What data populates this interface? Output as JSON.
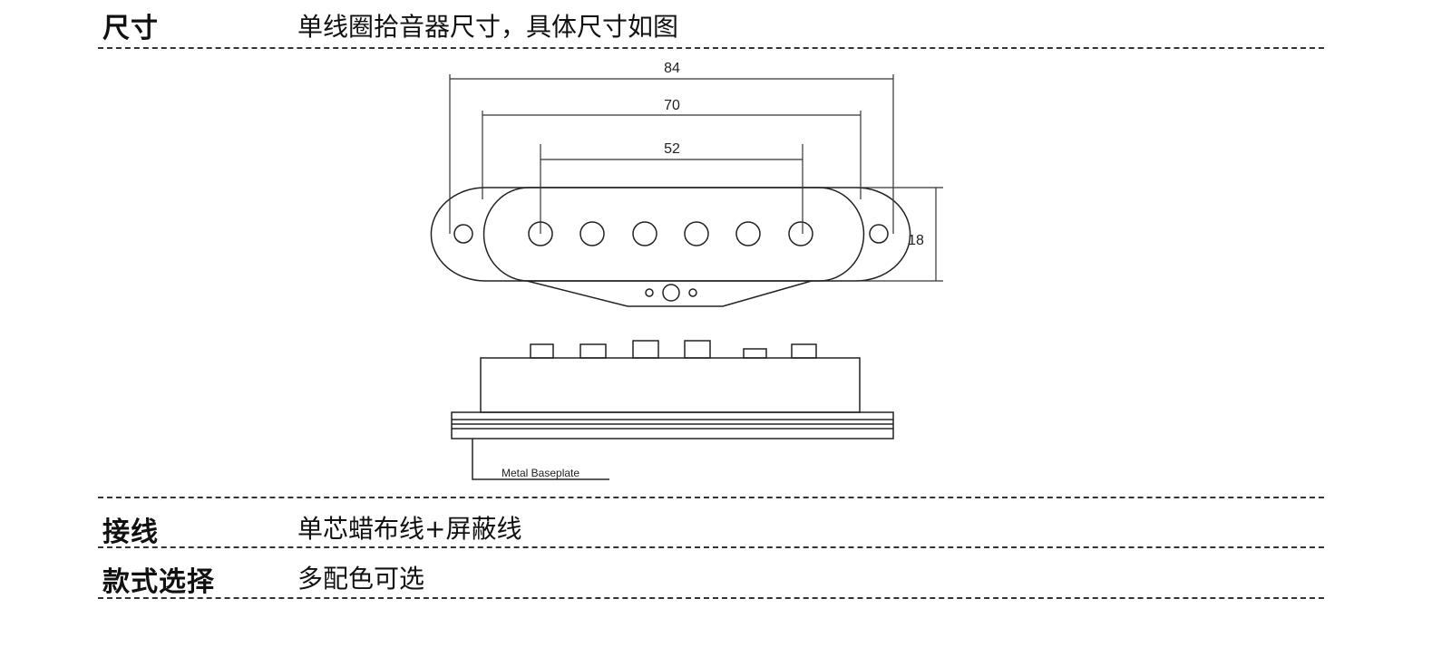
{
  "rows": [
    {
      "label": "尺寸",
      "value": "单线圈拾音器尺寸，具体尺寸如图"
    },
    {
      "label": "接线",
      "value": "单芯蜡布线+屏蔽线"
    },
    {
      "label": "款式选择",
      "value": "多配色可选"
    }
  ],
  "diagram": {
    "dim_overall": "84",
    "dim_inner": "70",
    "dim_pole_span": "52",
    "dim_height": "18",
    "baseplate_label": "Metal Baseplate"
  }
}
